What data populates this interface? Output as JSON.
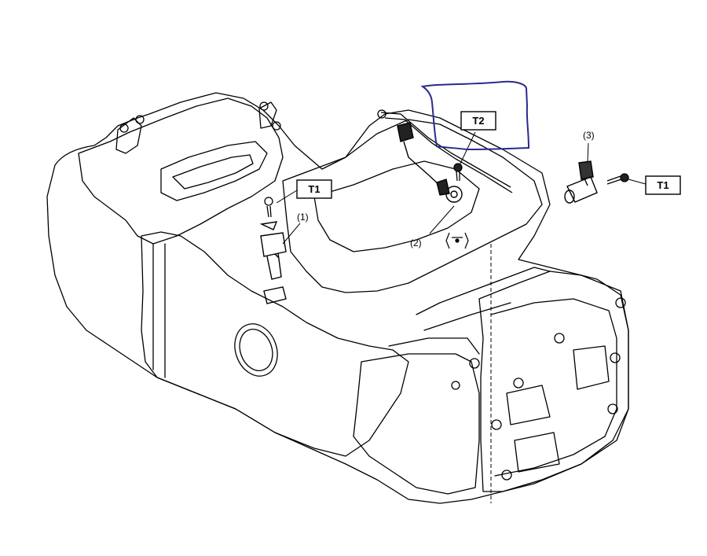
{
  "labels": {
    "t1_left": "T1",
    "t2": "T2",
    "t1_right": "T1",
    "callout_1": "(1)",
    "callout_2": "(2)",
    "callout_3": "(3)"
  },
  "colors": {
    "line": "#000000",
    "highlight_box": "#2b2a8c",
    "background": "#ffffff"
  }
}
